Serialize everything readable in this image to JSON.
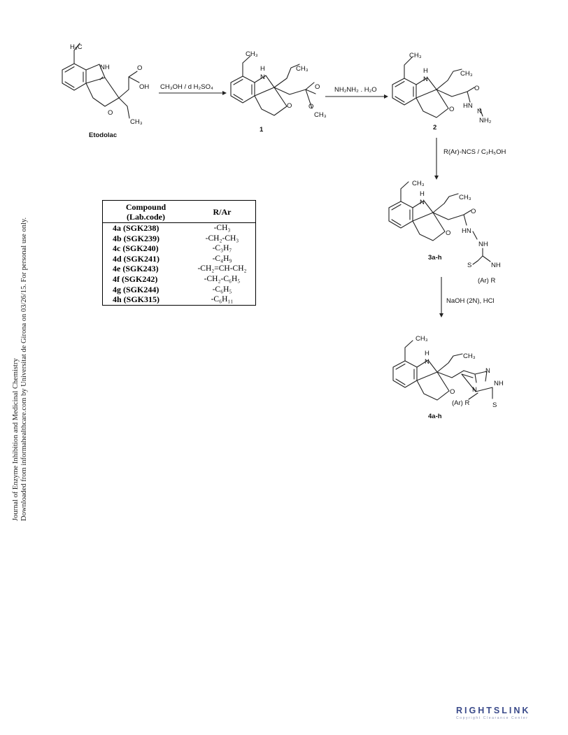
{
  "side_note": {
    "line1": "Journal of Enzyme Inhibition and Medicinal Chemistry",
    "line2": "Downloaded from informahealthcare.com by Universitat de Girona on 03/26/15. For personal use only."
  },
  "scheme": {
    "etodolac": {
      "name": "Etodolac",
      "h3c": "H₃C",
      "nh": "NH",
      "oh": "OH",
      "o_dbl": "O",
      "o_ring": "O",
      "ch3": "CH₃"
    },
    "compound1": {
      "number": "1",
      "ch3_top": "CH₃",
      "ch3_side": "CH₃",
      "ch3_ester": "CH₃",
      "h": "H",
      "n": "N",
      "o_ring": "O",
      "o_carbonyl": "O",
      "o_ester": "O"
    },
    "compound2": {
      "number": "2",
      "ch3_top": "CH₃",
      "ch3_side": "CH₃",
      "h": "H",
      "n": "N",
      "o_ring": "O",
      "o_carbonyl": "O",
      "hn": "HN",
      "n_amine": "N",
      "nh2": "NH₂"
    },
    "compound3": {
      "number": "3a-h",
      "ch3_top": "CH₃",
      "ch3_side": "CH₃",
      "h": "H",
      "n": "N",
      "o_ring": "O",
      "o_carbonyl": "O",
      "hn": "HN",
      "nh": "NH",
      "s": "S",
      "nh2": "NH",
      "ar_r": "(Ar) R"
    },
    "compound4": {
      "number": "4a-h",
      "ch3_top": "CH₃",
      "ch3_side": "CH₃",
      "h": "H",
      "n": "N",
      "o_ring": "O",
      "n_top": "N",
      "nh": "NH",
      "n_sub": "N",
      "s": "S",
      "ar_r": "(Ar) R"
    },
    "reagents": {
      "step1": "CH₃OH / d H₂SO₄",
      "step2": "NH₂NH₂ . H₂O",
      "step3": "R(Ar)-NCS / C₂H₅OH",
      "step4": "NaOH (2N), HCl"
    }
  },
  "table": {
    "headers": {
      "compound": "Compound (Lab.code)",
      "r_ar": "R/Ar"
    },
    "rows": [
      {
        "code": "4a (SGK238)",
        "r": "-CH₃"
      },
      {
        "code": "4b (SGK239)",
        "r": "-CH₂-CH₃"
      },
      {
        "code": "4c (SGK240)",
        "r": "-C₃H₇"
      },
      {
        "code": "4d (SGK241)",
        "r": "-C₄H₉"
      },
      {
        "code": "4e (SGK243)",
        "r": "-CH₂=CH-CH₂"
      },
      {
        "code": "4f (SGK242)",
        "r": "-CH₂-C₆H₅"
      },
      {
        "code": "4g (SGK244)",
        "r": "-C₆H₅"
      },
      {
        "code": "4h (SGK315)",
        "r": "-C₆H₁₁"
      }
    ]
  },
  "footer": {
    "rightslink": "RIGHTSLINK",
    "rightslink_sub": "Copyright Clearance Center"
  }
}
